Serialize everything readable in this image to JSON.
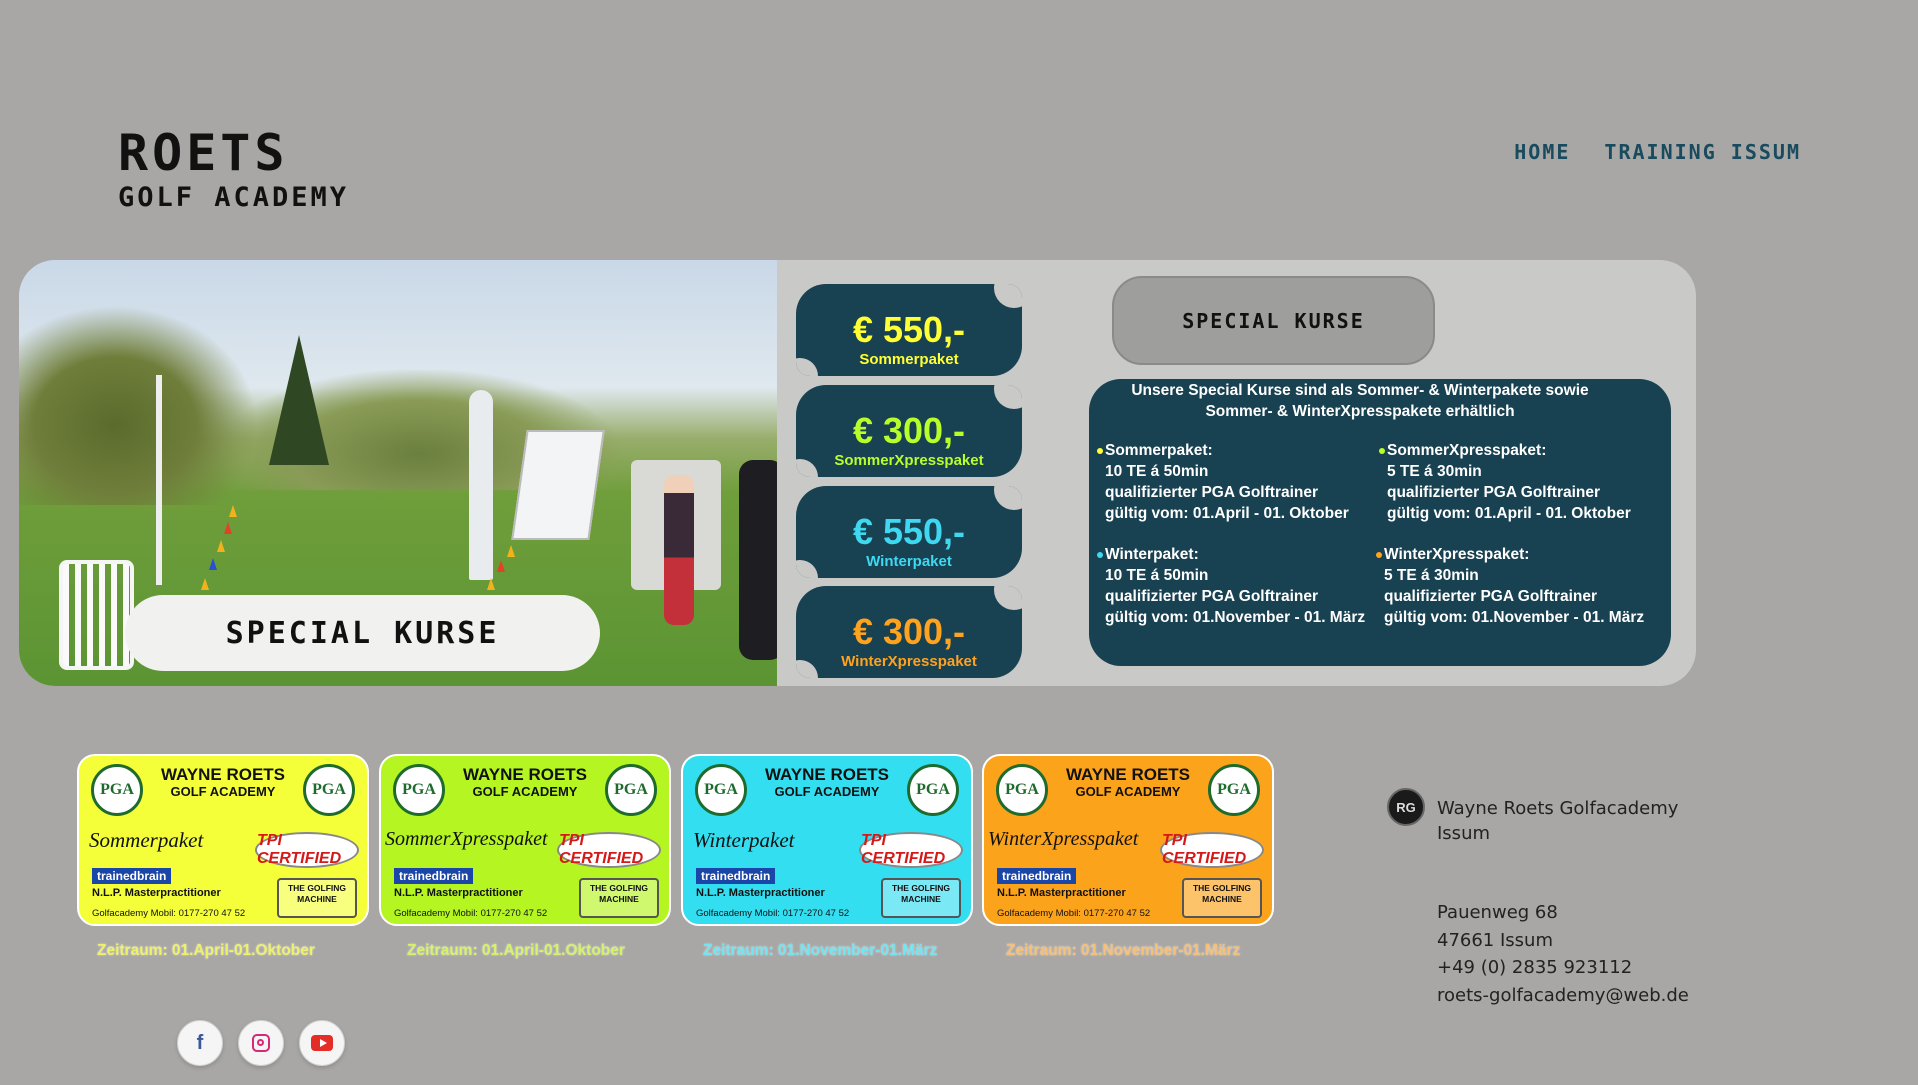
{
  "header": {
    "logo_main": "ROETS",
    "logo_sub": "GOLF ACADEMY",
    "nav": [
      {
        "label": "HOME"
      },
      {
        "label": "TRAINING ISSUM"
      }
    ]
  },
  "hero": {
    "photo_label": "SPECIAL KURSE",
    "special_button": "SPECIAL KURSE",
    "prices": [
      {
        "amount": "€ 550,-",
        "name": "Sommerpaket",
        "color": "#ffff33"
      },
      {
        "amount": "€ 300,-",
        "name": "SommerXpresspaket",
        "color": "#b8ff2a"
      },
      {
        "amount": "€ 550,-",
        "name": "Winterpaket",
        "color": "#3ed8f0"
      },
      {
        "amount": "€ 300,-",
        "name": "WinterXpresspaket",
        "color": "#ffa21e"
      }
    ],
    "info": {
      "intro_1": "Unsere Special Kurse sind als Sommer- & Winterpakete sowie",
      "intro_2": "Sommer- & WinterXpresspakete erhältlich",
      "packages": [
        {
          "title": "Sommerpaket:",
          "l1": "10 TE á 50min",
          "l2": "qualifizierter PGA Golftrainer",
          "l3": "gültig vom: 01.April - 01. Oktober",
          "dot": "#ffff33"
        },
        {
          "title": "SommerXpresspaket:",
          "l1": "5 TE á 30min",
          "l2": "qualifizierter PGA Golftrainer",
          "l3": "gültig vom: 01.April - 01. Oktober",
          "dot": "#b8ff2a"
        },
        {
          "title": "Winterpaket:",
          "l1": "10 TE á 50min",
          "l2": "qualifizierter PGA Golftrainer",
          "l3": "gültig vom: 01.November - 01. März",
          "dot": "#3ed8f0"
        },
        {
          "title": "WinterXpresspaket:",
          "l1": "5 TE á 30min",
          "l2": "qualifizierter PGA Golftrainer",
          "l3": "gültig vom: 01.November - 01. März",
          "dot": "#ffa21e"
        }
      ]
    }
  },
  "cards": [
    {
      "brand": "WAYNE ROETS",
      "brand_sub": "GOLF ACADEMY",
      "type": "Sommerpaket",
      "bg": "#f4ff3a",
      "period": "Zeitraum: 01.April-01.Oktober",
      "period_color": "#eef26a"
    },
    {
      "brand": "WAYNE ROETS",
      "brand_sub": "GOLF ACADEMY",
      "type": "SommerXpresspaket",
      "bg": "#b5f521",
      "period": "Zeitraum: 01.April-01.Oktober",
      "period_color": "#d6f26a"
    },
    {
      "brand": "WAYNE ROETS",
      "brand_sub": "GOLF ACADEMY",
      "type": "Winterpaket",
      "bg": "#33def0",
      "period": "Zeitraum: 01.November-01.März",
      "period_color": "#74e4f2"
    },
    {
      "brand": "WAYNE ROETS",
      "brand_sub": "GOLF ACADEMY",
      "type": "WinterXpresspaket",
      "bg": "#fca31c",
      "period": "Zeitraum: 01.November-01.März",
      "period_color": "#f6c078"
    }
  ],
  "card_common": {
    "pga": "PGA",
    "tpi": "TPI CERTIFIED",
    "trained_brain": "trainedbrain",
    "nlp": "N.L.P. Masterpractitioner",
    "mobil": "Golfacademy Mobil: 0177-270 47 52",
    "golfing_machine": "THE GOLFING MACHINE"
  },
  "social": [
    {
      "icon": "facebook-icon",
      "glyph": "f",
      "color": "#3b5998"
    },
    {
      "icon": "instagram-icon",
      "glyph": "◎",
      "color": "#d62976"
    },
    {
      "icon": "youtube-icon",
      "glyph": "▶",
      "color": "#e52d27"
    }
  ],
  "contact": {
    "logo_text": "RG",
    "name_1": "Wayne Roets Golfacademy",
    "name_2": "Issum",
    "street": "Pauenweg 68",
    "city": "47661 Issum",
    "phone": "+49 (0) 2835 923112",
    "email": "roets-golfacademy@web.de"
  }
}
